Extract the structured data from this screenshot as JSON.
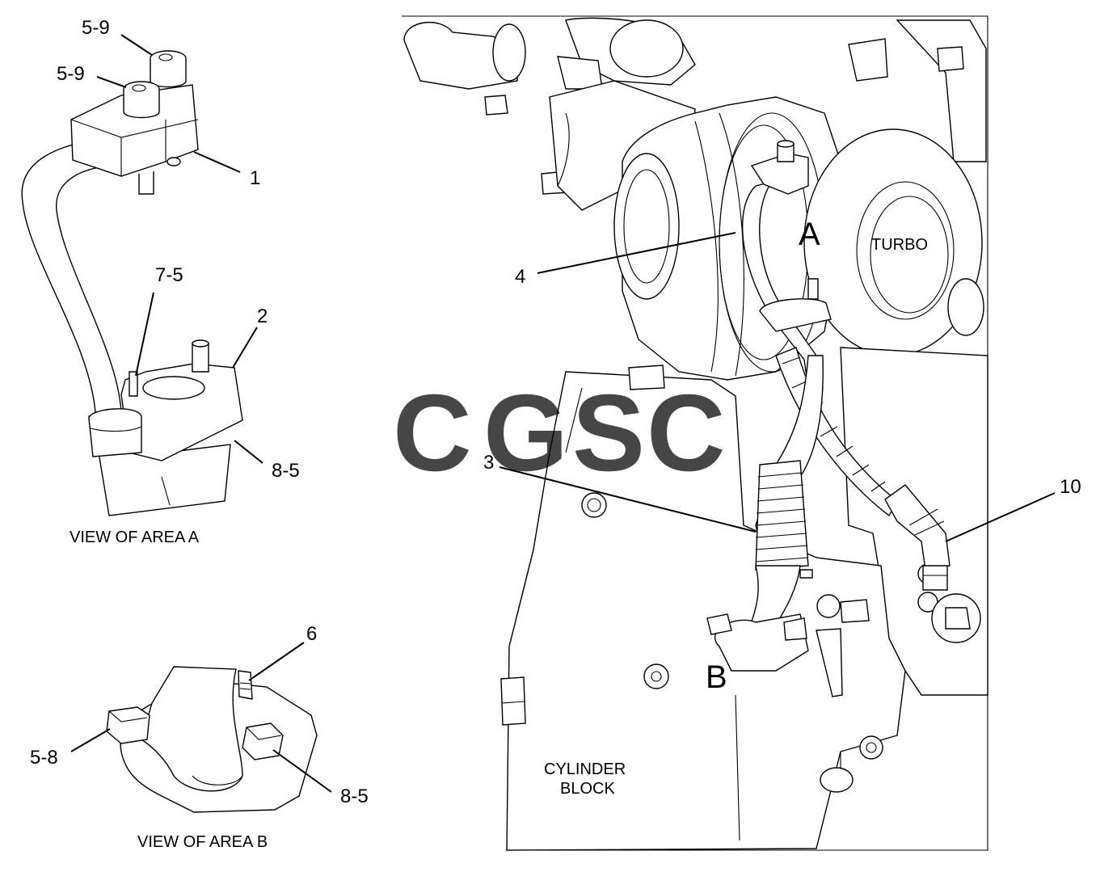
{
  "watermark": {
    "letters": [
      "C",
      "G",
      "S",
      "C"
    ],
    "colors": [
      "#4f8ff0",
      "#f07a6e",
      "#f5c94a",
      "#4fae7a"
    ]
  },
  "view_a": {
    "caption": "VIEW OF AREA  A",
    "labels": {
      "top_bolt": "5-9",
      "mid_bolt": "5-9",
      "item_1": "1",
      "item_7_5": "7-5",
      "item_2": "2",
      "item_8_5": "8-5"
    }
  },
  "view_b": {
    "caption": "VIEW OF AREA  B",
    "labels": {
      "item_6": "6",
      "item_5_8": "5-8",
      "item_8_5": "8-5"
    }
  },
  "main": {
    "area_a": "A",
    "area_b": "B",
    "turbo": "TURBO",
    "cylinder_block_line1": "CYLINDER",
    "cylinder_block_line2": "BLOCK",
    "labels": {
      "item_4": "4",
      "item_3": "3",
      "item_10": "10"
    }
  }
}
